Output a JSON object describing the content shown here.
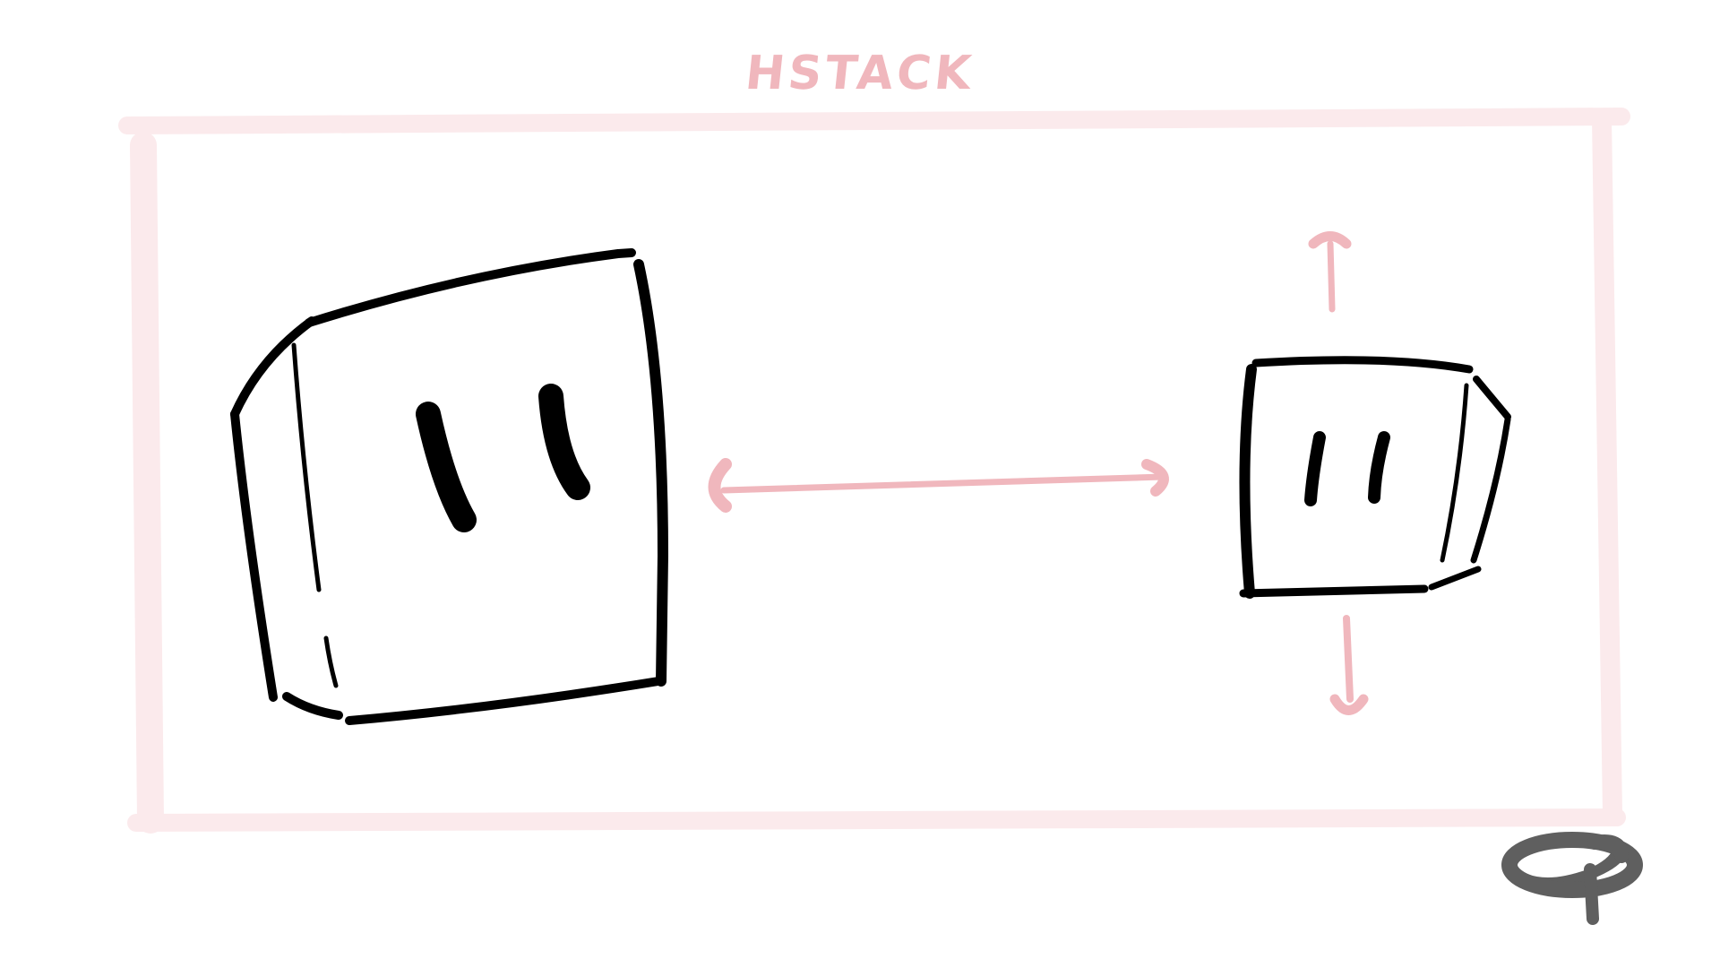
{
  "diagram": {
    "title": "HSTACK",
    "colors": {
      "accent": "#f0b7bd",
      "container": "#fbeaec",
      "ink": "#000000",
      "logo": "#5f5f5f",
      "background": "#ffffff"
    },
    "elements": [
      "hstack-container",
      "large-box",
      "small-box",
      "horizontal-spacing-arrow",
      "vertical-alignment-arrows",
      "logo"
    ]
  }
}
